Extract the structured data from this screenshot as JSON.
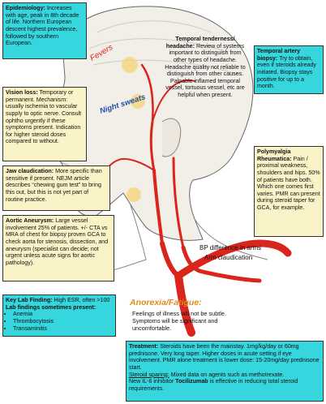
{
  "colors": {
    "cyan_box": "#36d6de",
    "cream_box": "#fbf3c8",
    "artery_red": "#d9251c",
    "fevers_text": "#d9251c",
    "night_sweats_text": "#1f4fa8",
    "anorexia_text": "#e08a1f"
  },
  "labels": {
    "fevers": "Fevers",
    "night_sweats": "Night sweats",
    "bp_difference": "BP difference in arms",
    "arm_claudication": "Arm claudication",
    "anorexia_title": "Anorexia/Fatigue:"
  },
  "boxes": {
    "epidemiology": {
      "title": "Epidemiology:",
      "text": " Increases with age, peak in 8th decade of life. Northern European descent highest prevalence, followed by southern European."
    },
    "temporal_tenderness": {
      "title": "Temporal tenderness/ headache:",
      "text": " Review of systems important to distinguish from other types of headache. Headache quality not reliable to distinguish from other causes. Palpable inflamed temporal vessel, tortuous vessel, etc are helpful when present."
    },
    "temporal_biopsy": {
      "title": "Temporal artery biopsy:",
      "text": " Try to obtain, even if steroids already initiated. Biopsy stays positive for up to a month."
    },
    "vision_loss": {
      "title": "Vision loss:",
      "text": " Temporary or permanent. Mechanism: usually ischemia to vascular supply to optic nerve. Consult ophtho urgently if these symptoms present. Indication for higher steroid doses compared to without."
    },
    "jaw_claudication": {
      "title": "Jaw claudication:",
      "text": " More specific than sensitive if present. NEJM article describes “chewing gum test” to bring this out, but this is not yet part of routine practice."
    },
    "pmr": {
      "title": "Polymyalgia Rheumatica:",
      "text": " Pain / proximal weakness, shoulders and hips. 50% of patients have both. Which one comes first varies. PMR can present during steroid taper for GCA, for example."
    },
    "aortic_aneurysm": {
      "title": "Aortic Aneurysm:",
      "text": " Large vessel involvement 25% of patients. +/- CTA vs MRA of chest for biopsy proven GCA to check aorta for stenosis, dissection, and aneurysm (specialist can decide; not urgent unless acute signs for aortic pathology)."
    },
    "lab": {
      "title": "Key Lab Finding:",
      "text": " High ESR, often >100",
      "sub_title": "Lab findings sometimes present:",
      "items": [
        "Anemia",
        "Thrombocytosis",
        "Transaminitis"
      ]
    },
    "anorexia": {
      "text": "Feelings of illness will not be subtle. Symptoms will be significant and uncomfortable."
    },
    "treatment": {
      "title": "Treatment:",
      "text": " Steroids have been the mainstay. 1mg/kg/day or 60mg prednisone. Very long taper. Higher doses in acute setting if eye involvement. PMR alone treatment is lower dose: 15-20mg/day prednisone start.",
      "sparing_title": "Steroid sparing:",
      "sparing_text": " Mixed data on agents such as methotrexate.",
      "il6_pre": "New IL-6 inhibitor ",
      "il6_bold": "Tocilizumab",
      "il6_post": " is effective in reducing total steroid requirements."
    }
  }
}
